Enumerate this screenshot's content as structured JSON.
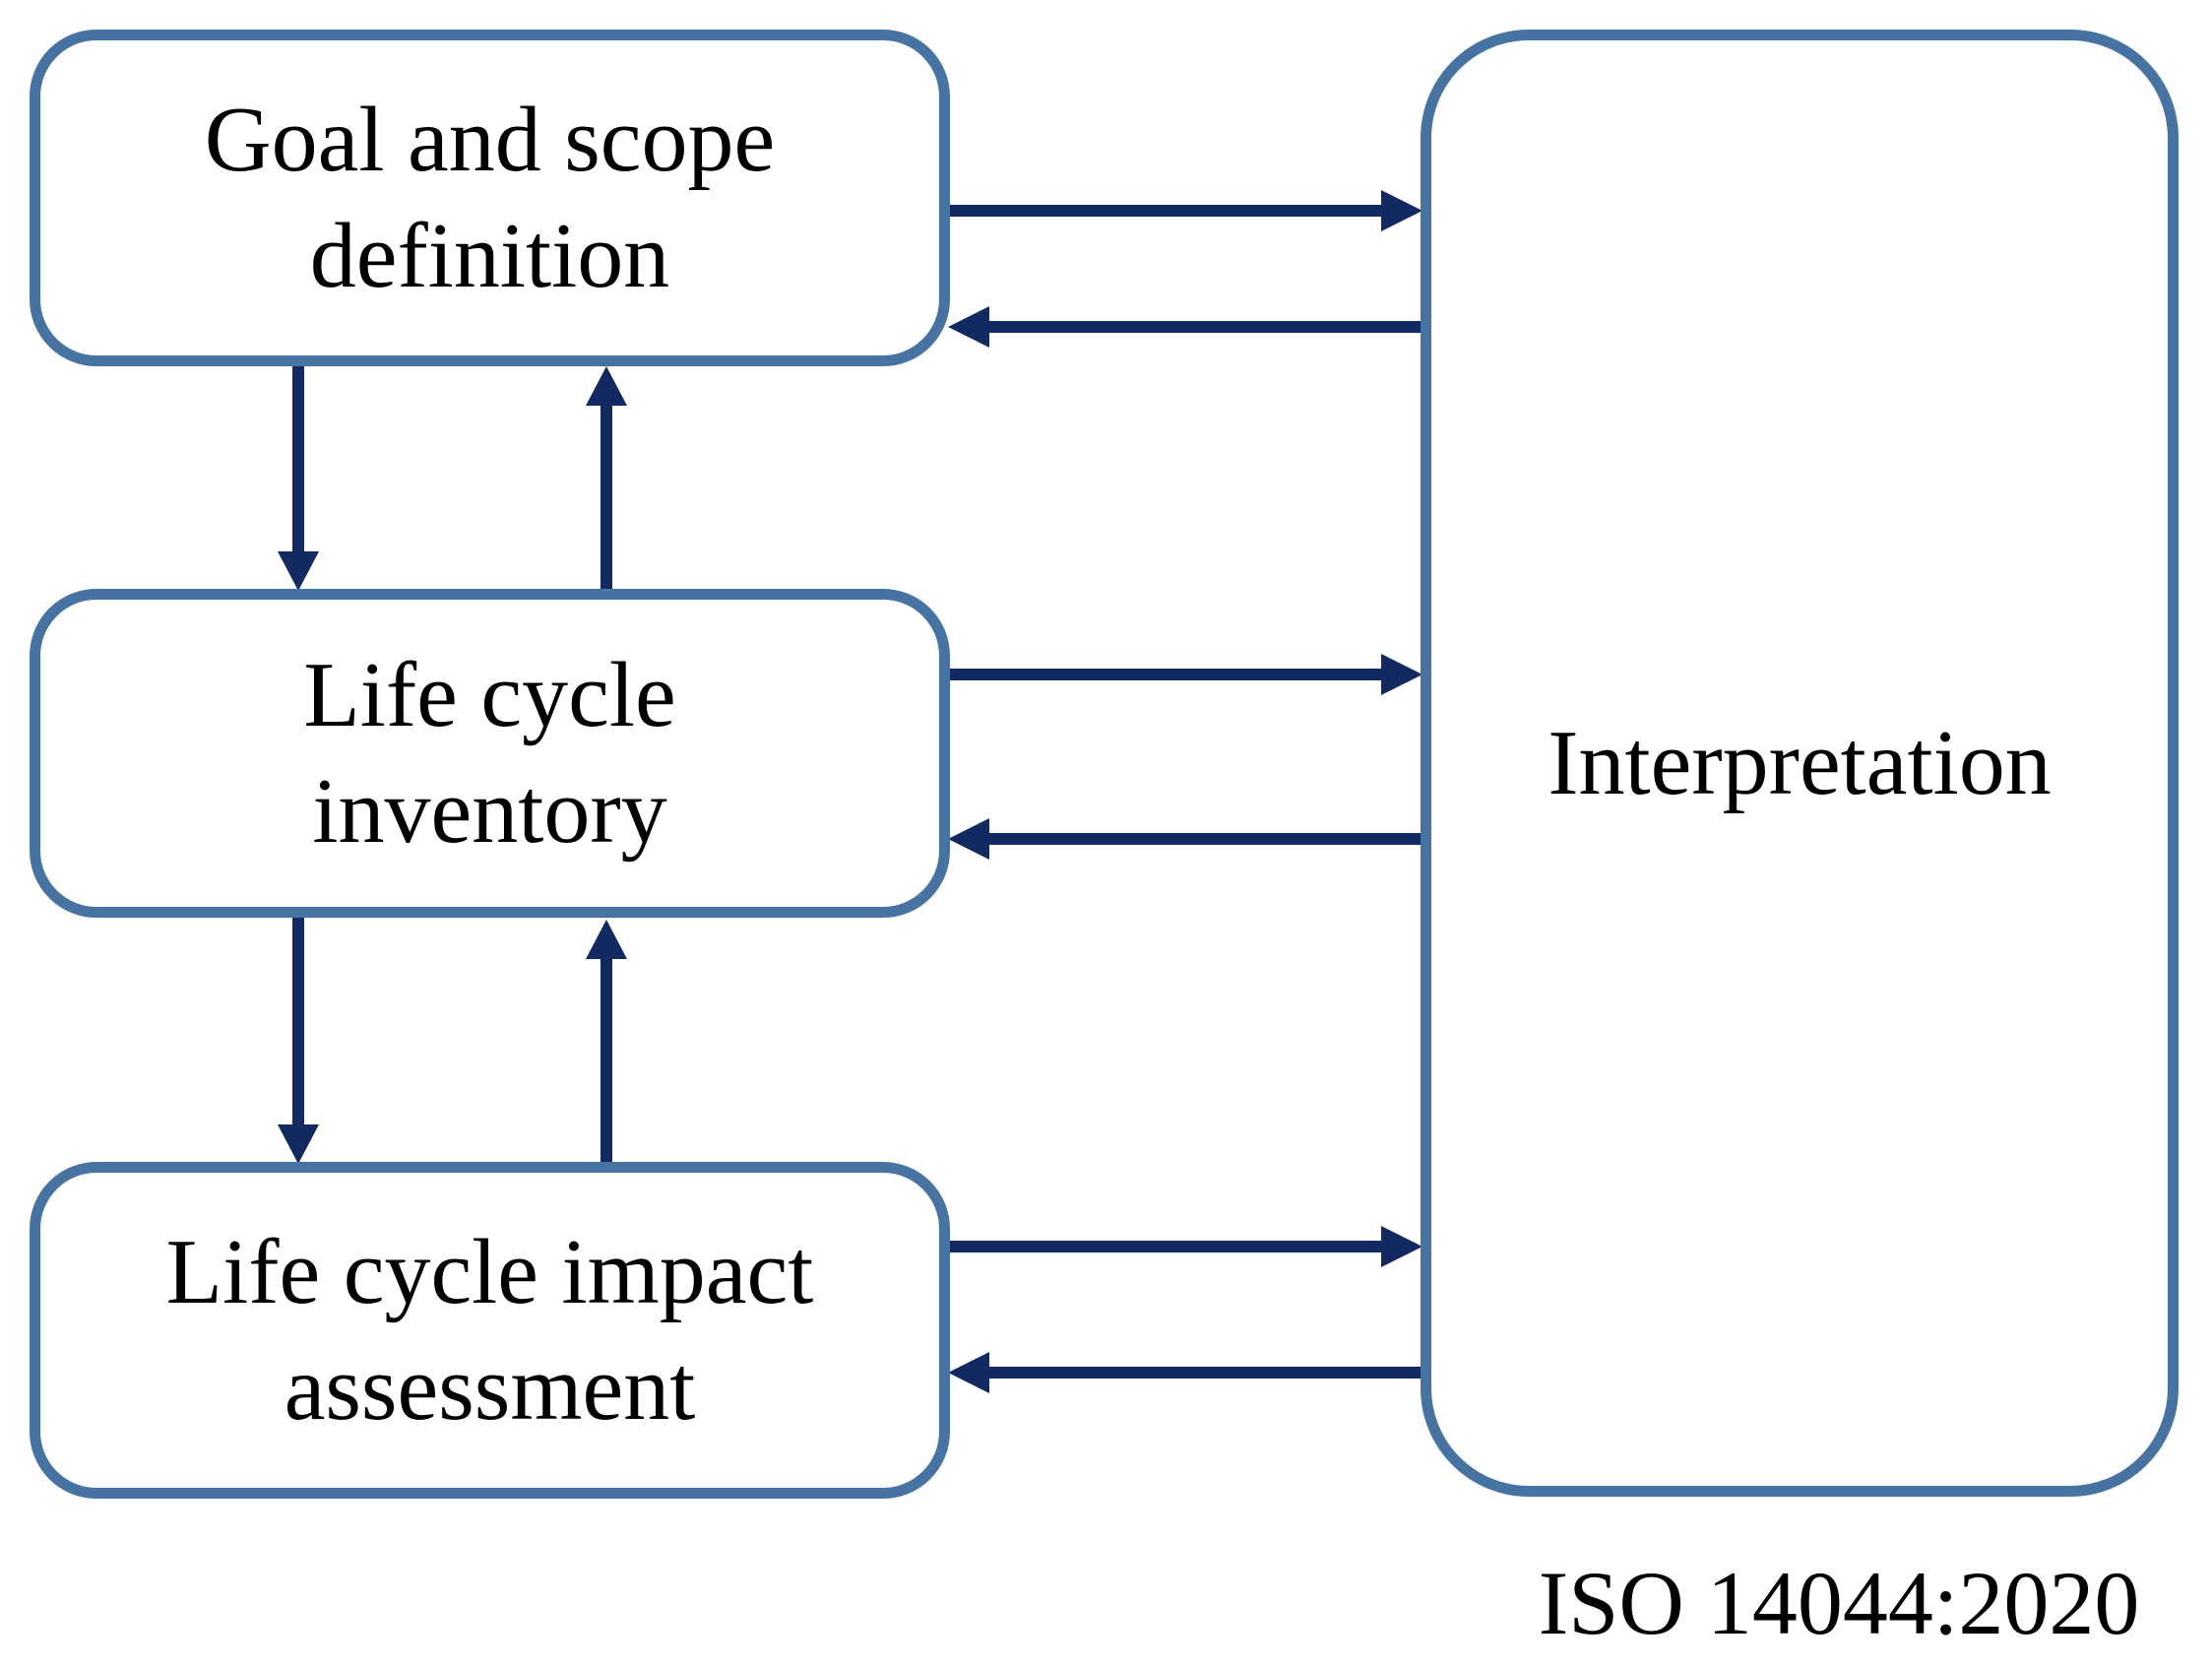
{
  "diagram": {
    "boxes": {
      "goal": {
        "label": "Goal and scope\ndefinition"
      },
      "inventory": {
        "label": "Life cycle\ninventory"
      },
      "impact": {
        "label": "Life cycle impact\nassessment"
      },
      "interpretation": {
        "label": "Interpretation"
      }
    },
    "caption": "ISO 14044:2020",
    "arrows": [
      {
        "from": "goal",
        "to": "interpretation",
        "direction": "right"
      },
      {
        "from": "interpretation",
        "to": "goal",
        "direction": "left"
      },
      {
        "from": "inventory",
        "to": "interpretation",
        "direction": "right"
      },
      {
        "from": "interpretation",
        "to": "inventory",
        "direction": "left"
      },
      {
        "from": "impact",
        "to": "interpretation",
        "direction": "right"
      },
      {
        "from": "interpretation",
        "to": "impact",
        "direction": "left"
      },
      {
        "from": "goal",
        "to": "inventory",
        "direction": "down"
      },
      {
        "from": "inventory",
        "to": "goal",
        "direction": "up"
      },
      {
        "from": "inventory",
        "to": "impact",
        "direction": "down"
      },
      {
        "from": "impact",
        "to": "inventory",
        "direction": "up"
      }
    ],
    "colors": {
      "box_border": "#4673a1",
      "arrow": "#122a61",
      "text": "#000000",
      "background": "#ffffff"
    }
  }
}
